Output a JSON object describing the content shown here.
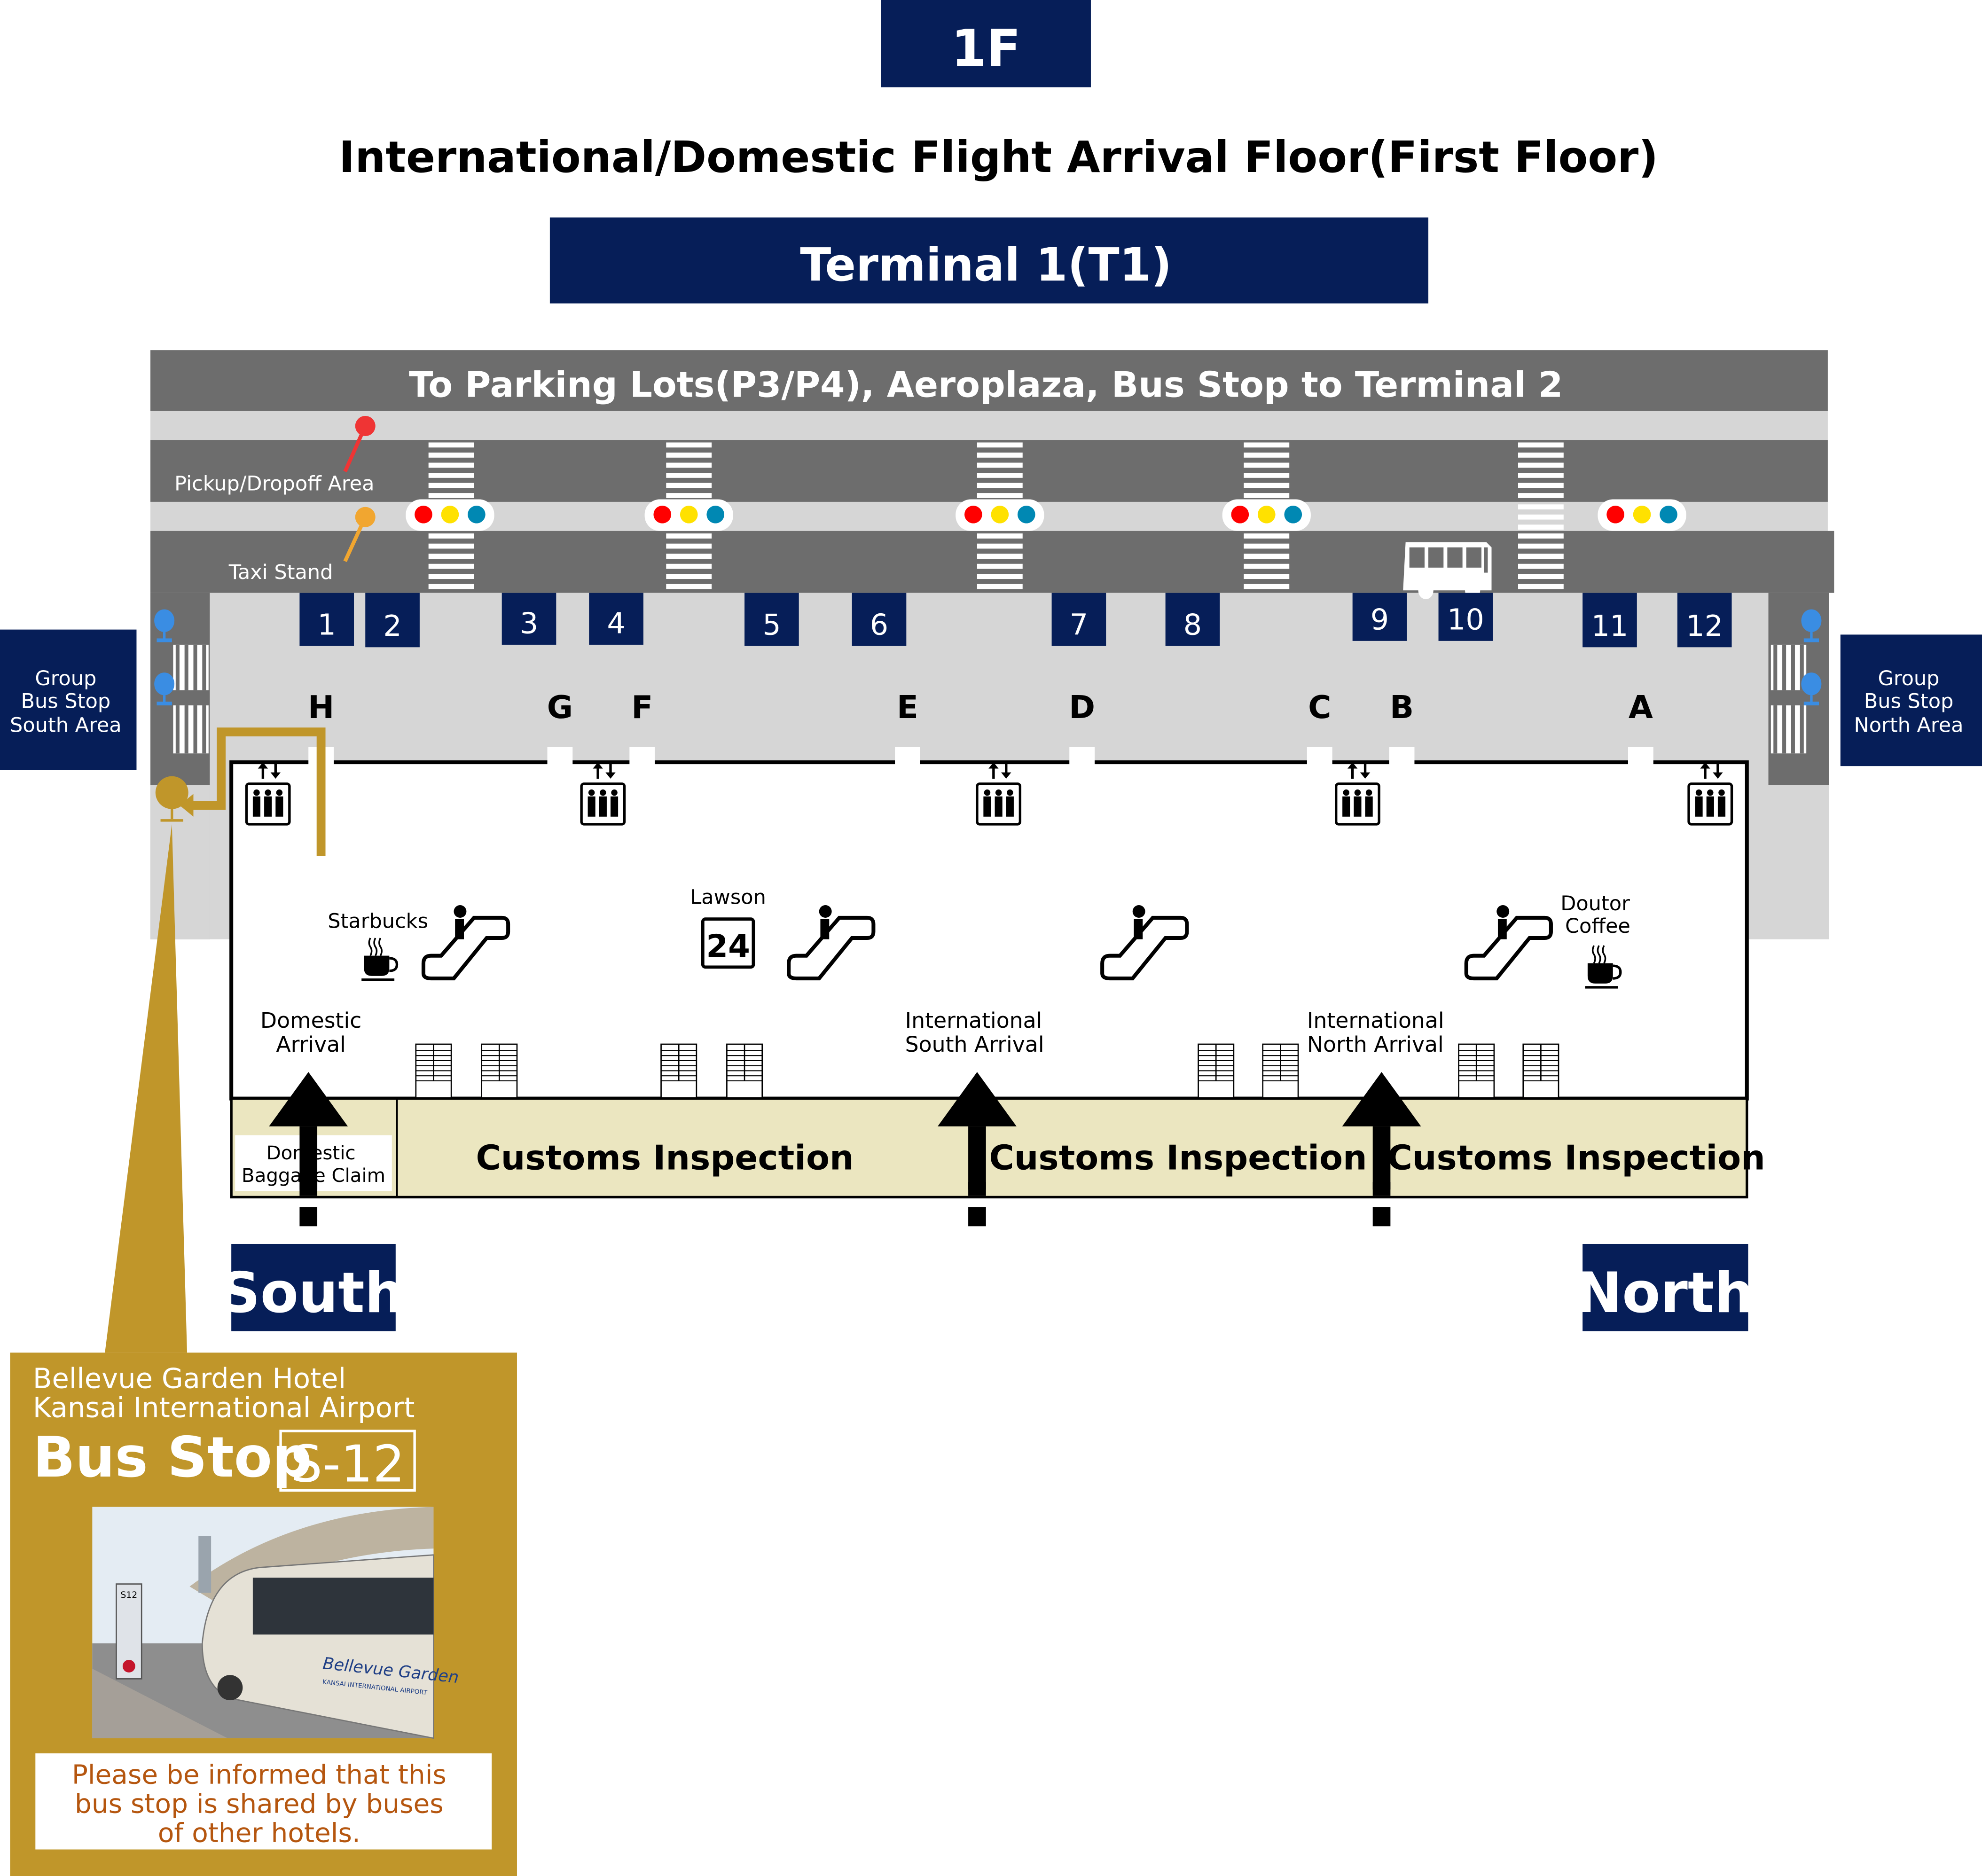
{
  "header": {
    "floor_badge": "1F",
    "title": "International/Domestic Flight Arrival Floor(First Floor)",
    "terminal": "Terminal 1(T1)"
  },
  "roads": {
    "top_banner": "To Parking Lots(P3/P4), Aeroplaza, Bus Stop to Terminal 2",
    "pickup_label": "Pickup/Dropoff  Area",
    "taxi_label": "Taxi Stand",
    "pickup_pin_color": "#ef3434",
    "taxi_pin_color": "#f1a630",
    "traffic_light_colors": [
      "#ff0000",
      "#ffe100",
      "#0088b3"
    ],
    "crosswalk_count": 5,
    "traffic_light_count": 5
  },
  "bus_platforms": [
    "1",
    "2",
    "3",
    "4",
    "5",
    "6",
    "7",
    "8",
    "9",
    "10",
    "11",
    "12"
  ],
  "exits": [
    "H",
    "G",
    "F",
    "E",
    "D",
    "C",
    "B",
    "A"
  ],
  "group_bus_stops": {
    "south": [
      "Group",
      "Bus Stop",
      "South Area"
    ],
    "north": [
      "Group",
      "Bus Stop",
      "North Area"
    ],
    "pin_color": "#3a8de3"
  },
  "facilities": {
    "starbucks": "Starbucks",
    "lawson": "Lawson",
    "lawson_badge": "24",
    "doutor": [
      "Doutor",
      "Coffee"
    ]
  },
  "arrivals": {
    "domestic": [
      "Domestic",
      "Arrival"
    ],
    "intl_south": [
      "International",
      "South Arrival"
    ],
    "intl_north": [
      "International",
      "North Arrival"
    ]
  },
  "customs": {
    "baggage": [
      "Domestic",
      "Baggage Claim"
    ],
    "labels": [
      "Customs Inspection",
      "Customs Inspection",
      "Customs Inspection"
    ]
  },
  "directions": {
    "south": "South",
    "north": "North"
  },
  "bus_stop_callout": {
    "hotel_line1": "Bellevue Garden Hotel",
    "hotel_line2": "Kansai International Airport",
    "bus_stop_label": "Bus Stop",
    "stop_code": "S-12",
    "photo_sign_code": "S12",
    "photo_bus_brand": "Bellevue Garden",
    "photo_bus_sub": "KANSAI INTERNATIONAL AIRPORT",
    "notice": [
      "Please be informed that this",
      "bus stop is shared by buses",
      "of other hotels."
    ],
    "accent_color": "#c0962a"
  },
  "colors": {
    "navy": "#061e58",
    "road": "#6d6d6d",
    "walkway": "#d6d6d6",
    "customs_fill": "#ebe6c0",
    "gold": "#c0962a"
  }
}
